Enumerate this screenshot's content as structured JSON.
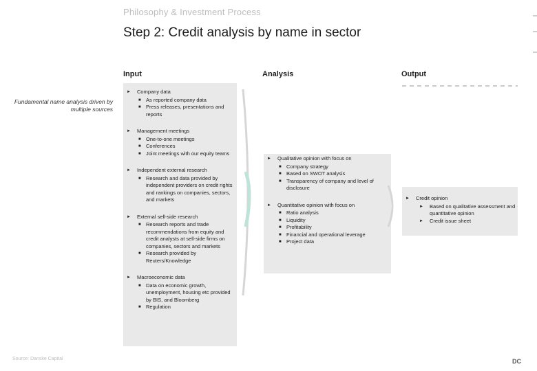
{
  "header": {
    "subtitle": "Philosophy & Investment Process",
    "title": "Step 2: Credit analysis by name in sector"
  },
  "columns": {
    "input": "Input",
    "analysis": "Analysis",
    "output": "Output"
  },
  "side_note": "Fundamental name analysis driven by multiple sources",
  "input": {
    "company_data": {
      "label": "Company data",
      "items": [
        "As reported company data",
        "Press releases, presentations and reports"
      ]
    },
    "management": {
      "label": "Management meetings",
      "items": [
        "One-to-one meetings",
        "Conferences",
        "Joint meetings with our equity teams"
      ]
    },
    "independent": {
      "label": "Independent external research",
      "items": [
        "Research and data provided by independent providers on credit rights and rankings on companies, sectors, and markets"
      ]
    },
    "external": {
      "label": "External sell-side research",
      "items": [
        "Research reports and trade recommendations from equity and credit analysts at sell-side firms on companies, sectors and markets",
        "Research provided by Reuters/Knowledge"
      ]
    },
    "macro": {
      "label": "Macroeconomic data",
      "items": [
        "Data on economic growth, unemployment, housing etc provided by BIS, and Bloomberg",
        "Regulation"
      ]
    }
  },
  "analysis": {
    "qualitative": {
      "label": "Qualitative opinion with focus on",
      "items": [
        "Company strategy",
        "Based on SWOT analysis",
        "Transparency of company and level of disclosure"
      ]
    },
    "quantitative": {
      "label": "Quantitative opinion with focus on",
      "items": [
        "Ratio analysis",
        "Liquidity",
        "Profitability",
        "Financial and operational leverage",
        "Project data"
      ]
    }
  },
  "output": {
    "label": "Credit opinion",
    "items": [
      "Based on qualitative assessment and quantitative opinion",
      "Credit issue sheet"
    ]
  },
  "footer": {
    "text": "Source: Danske Capital",
    "logo": "DC"
  }
}
